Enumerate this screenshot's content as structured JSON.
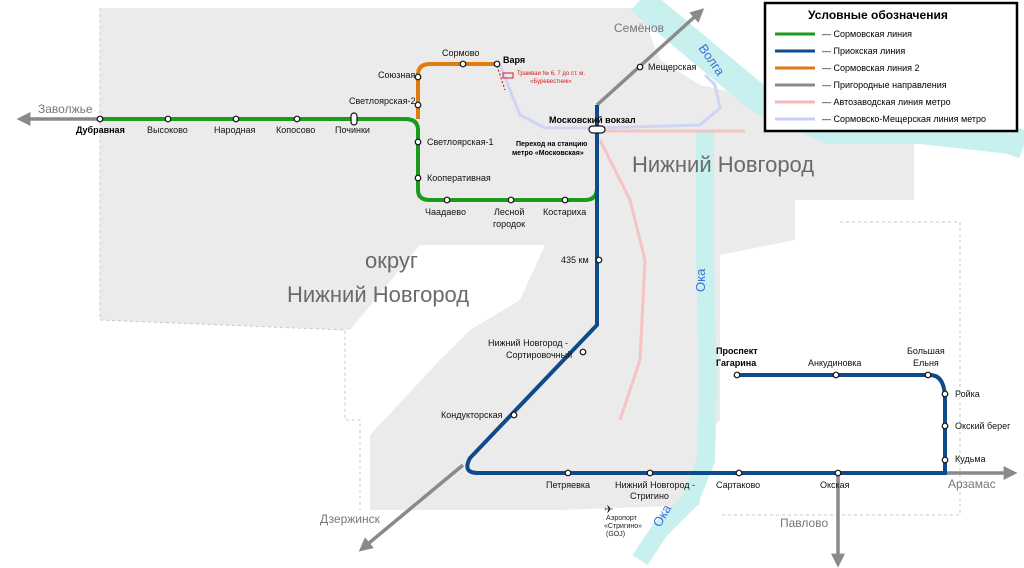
{
  "legend": {
    "title": "Условные обозначения",
    "items": [
      {
        "label": "— Сормовская линия",
        "color": "#1c9a1c"
      },
      {
        "label": "— Приокская линия",
        "color": "#0f4a8a"
      },
      {
        "label": "— Сормовская линия 2",
        "color": "#e07b10"
      },
      {
        "label": "— Пригородные направления",
        "color": "#8a8a8a"
      },
      {
        "label": "— Автозаводская линия метро",
        "color": "#f5b7b7"
      },
      {
        "label": "— Сормовско-Мещерская линия метро",
        "color": "#c9cff5"
      }
    ]
  },
  "areas": {
    "city": "Нижний Новгород",
    "district_line1": "округ",
    "district_line2": "Нижний Новгород"
  },
  "rivers": {
    "volga": "Волга",
    "oka_north": "Ока",
    "oka_south": "Ока"
  },
  "directions": {
    "zavolzhye": "Заволжье",
    "semyonov": "Семёнов",
    "arzamas": "Арзамас",
    "pavlovo": "Павлово",
    "dzerzhinsk": "Дзержинск"
  },
  "stations": {
    "dubravnaya": "Дубравная",
    "vysokovo": "Высоково",
    "narodnaya": "Народная",
    "koposovo": "Копосово",
    "pochinki": "Починки",
    "svetloyarskaya2": "Светлоярская-2",
    "soyuznaya": "Союзная",
    "sormovo": "Сормово",
    "varya": "Варя",
    "svetloyarskaya1": "Светлоярская-1",
    "kooperativnaya": "Кооперативная",
    "chaadaevo": "Чаадаево",
    "lesnoy_line1": "Лесной",
    "lesnoy_line2": "городок",
    "kostarikha": "Костариха",
    "moskovsky": "Московский вокзал",
    "meshcherskaya": "Мещерская",
    "km435": "435 км",
    "sortirovochny_line1": "Нижний Новгород -",
    "sortirovochny_line2": "Сортировочный",
    "konduktorskaya": "Кондукторская",
    "petryaevka": "Петряевка",
    "strigino_line1": "Нижний Новгород -",
    "strigino_line2": "Стригино",
    "sartakovo": "Сартаково",
    "okskaya": "Окская",
    "gagarina_line1": "Проспект",
    "gagarina_line2": "Гагарина",
    "ankudinovka": "Анкудиновка",
    "bolshaya_line1": "Большая",
    "bolshaya_line2": "Ельня",
    "royka": "Ройка",
    "oksky_bereg": "Окский берег",
    "kudma": "Кудьма"
  },
  "notes": {
    "tram_line1": "Трамваи № 6, 7 до ст. м.",
    "tram_line2": "«Буревестник»",
    "transfer_line1": "Переход на станцию",
    "transfer_line2": "метро «Московская»",
    "airport_line1": "Аэропорт",
    "airport_line2": "«Стригино»",
    "airport_line3": "(GOJ)"
  }
}
